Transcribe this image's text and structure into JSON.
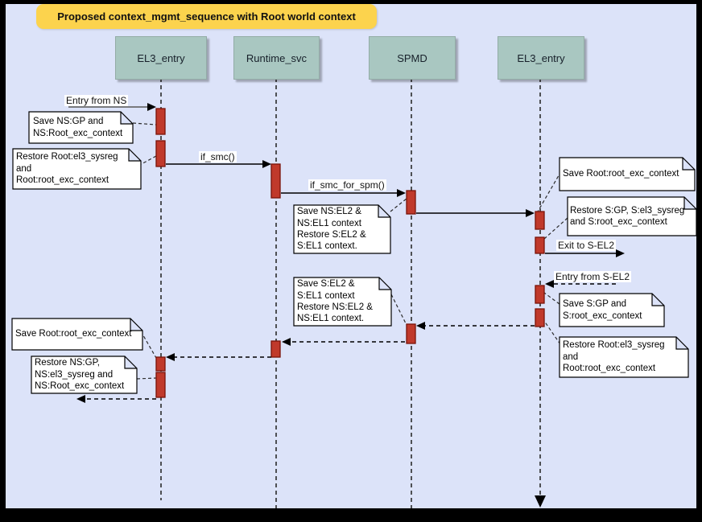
{
  "title": "Proposed context_mgmt_sequence with Root world context",
  "actors": [
    {
      "label": "EL3_entry"
    },
    {
      "label": "Runtime_svc"
    },
    {
      "label": "SPMD"
    },
    {
      "label": "EL3_entry"
    }
  ],
  "messages": [
    {
      "label": "Entry from NS",
      "type": "solid"
    },
    {
      "label": "if_smc()",
      "type": "solid"
    },
    {
      "label": "if_smc_for_spm()",
      "type": "solid"
    },
    {
      "label": "Exit to S-EL2",
      "type": "solid"
    },
    {
      "label": "Entry from S-EL2",
      "type": "dashed"
    }
  ],
  "notes": [
    {
      "text": "Save NS:GP and\nNS:Root_exc_context"
    },
    {
      "text": "Restore Root:el3_sysreg\nand\nRoot:root_exc_context"
    },
    {
      "text": "Save NS:EL2 &\nNS:EL1 context\nRestore S:EL2 &\nS:EL1 context."
    },
    {
      "text": "Save S:EL2 &\nS:EL1 context\nRestore NS:EL2 &\nNS:EL1 context."
    },
    {
      "text": "Save Root:root_exc_context"
    },
    {
      "text": "Restore S:GP, S:el3_sysreg\nand S:root_exc_context"
    },
    {
      "text": "Save S:GP and\nS:root_exc_context"
    },
    {
      "text": "Restore Root:el3_sysreg\nand\nRoot:root_exc_context"
    },
    {
      "text": "Save Root:root_exc_context"
    },
    {
      "text": "Restore NS:GP,\nNS:el3_sysreg and\nNS:Root_exc_context"
    }
  ],
  "colors": {
    "background": "#dce3f9",
    "frame": "#000000",
    "title_bg": "#fcd34d",
    "actor_fill": "#a9c7c1",
    "actor_border": "#93aca6",
    "activation_fill": "#c0392b",
    "activation_border": "#7a1309",
    "note_fill": "#ffffff",
    "line": "#000000"
  }
}
